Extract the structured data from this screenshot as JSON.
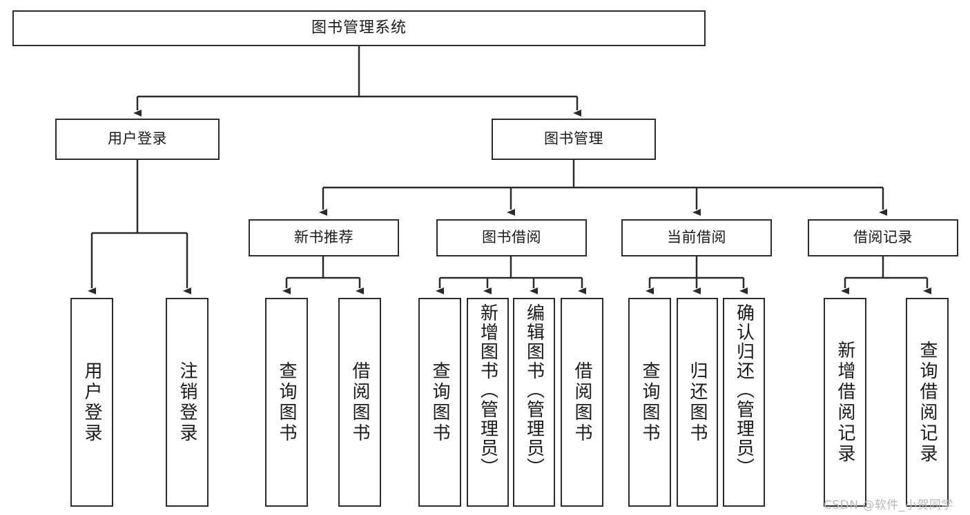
{
  "diagram": {
    "title": "图书管理系统",
    "type": "功能结构图",
    "background_color": "#ffffff",
    "line_color": "#2b2b2b",
    "text_color": "#1a1a1a"
  },
  "root": {
    "label": "图书管理系统"
  },
  "level2": [
    {
      "id": "user-login",
      "label": "用户登录"
    },
    {
      "id": "book-manage",
      "label": "图书管理"
    }
  ],
  "level3": [
    {
      "id": "new-book-recommend",
      "label": "新书推荐"
    },
    {
      "id": "book-borrow",
      "label": "图书借阅"
    },
    {
      "id": "current-borrow",
      "label": "当前借阅"
    },
    {
      "id": "borrow-record",
      "label": "借阅记录"
    }
  ],
  "leaves": {
    "user_login": [
      {
        "id": "leaf-user-login",
        "label": "用户登录"
      },
      {
        "id": "leaf-logout",
        "label": "注销登录"
      }
    ],
    "new_book_recommend": [
      {
        "id": "leaf-query-book-1",
        "label": "查询图书"
      },
      {
        "id": "leaf-borrow-book-1",
        "label": "借阅图书"
      }
    ],
    "book_borrow": [
      {
        "id": "leaf-query-book-2",
        "label": "查询图书"
      },
      {
        "id": "leaf-add-book",
        "label": "新增图书（管理员）"
      },
      {
        "id": "leaf-edit-book",
        "label": "编辑图书（管理员）"
      },
      {
        "id": "leaf-borrow-book-2",
        "label": "借阅图书"
      }
    ],
    "current_borrow": [
      {
        "id": "leaf-query-book-3",
        "label": "查询图书"
      },
      {
        "id": "leaf-return-book",
        "label": "归还图书"
      },
      {
        "id": "leaf-confirm-return",
        "label": "确认归还（管理员）"
      }
    ],
    "borrow_record": [
      {
        "id": "leaf-add-record",
        "label": "新增借阅记录"
      },
      {
        "id": "leaf-query-record",
        "label": "查询借阅记录"
      }
    ]
  },
  "watermark": {
    "text": "CSDN @软件_小贺同学",
    "color": "#b8b8b8"
  }
}
